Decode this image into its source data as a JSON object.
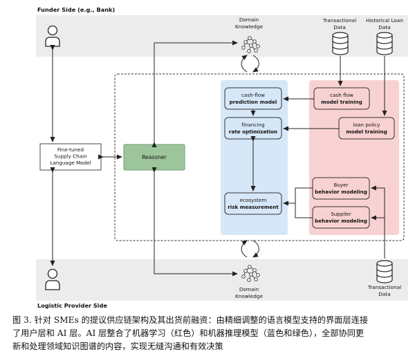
{
  "bands": {
    "funder": "Funder Side (e.g., Bank)",
    "logistic": "Logistic Provider Side"
  },
  "domain_knowledge_top": [
    "Domain",
    "Knowledge"
  ],
  "domain_knowledge_bottom": [
    "Domain",
    "Knowledge"
  ],
  "transactional_data_top": [
    "Transactional",
    "Data"
  ],
  "historical_loan_data": [
    "Historical Loan",
    "Data"
  ],
  "transactional_data_bottom": [
    "Transactional",
    "Data"
  ],
  "llm_box": [
    "Fine-tuned",
    "Supply Chain",
    "Language Model"
  ],
  "reasoner": "Reasoner",
  "ml_boxes": {
    "cashflow_pred": [
      "cash-flow",
      "prediction model"
    ],
    "financing_rate": [
      "financing",
      "rate optimization"
    ],
    "ecosystem_risk": [
      "ecosystem",
      "risk measurement"
    ],
    "cashflow_train": [
      "cash flow",
      "model training"
    ],
    "loan_policy": [
      "loan policy",
      "model training"
    ],
    "buyer_behavior": [
      "Buyer",
      "behavior modeling"
    ],
    "supplier_behavior": [
      "Supplier",
      "behavior modeling"
    ]
  },
  "colors": {
    "band": "#ececec",
    "reasoner": "#9dc59c",
    "blue_region": "#d6e7f8",
    "red_region": "#f8d2d2"
  },
  "caption": [
    "图 3. 针对 SMEs 的提议供应链架构及其出货前融资：由精细调整的语言模型支持的界面层连接",
    "了用户层和 AI 层。AI 层整合了机器学习（红色）和机器推理模型（蓝色和绿色），全部协同更",
    "新和处理领域知识图谱的内容，实现无缝沟通和有效决策"
  ]
}
